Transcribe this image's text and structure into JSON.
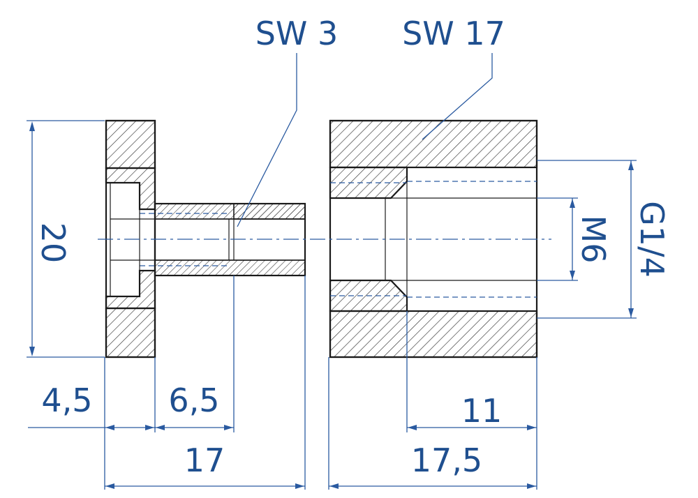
{
  "labels": {
    "sw_small": "SW 3",
    "sw_large": "SW 17",
    "dim_height": "20",
    "dim_head": "4,5",
    "dim_socket": "6,5",
    "dim_left_total": "17",
    "dim_thread_depth": "11",
    "dim_right_total": "17,5",
    "thread_inner": "M6",
    "thread_outer": "G1/4"
  },
  "colors": {
    "dimension": "#1f4f8f",
    "outline": "#1a1a1a"
  }
}
